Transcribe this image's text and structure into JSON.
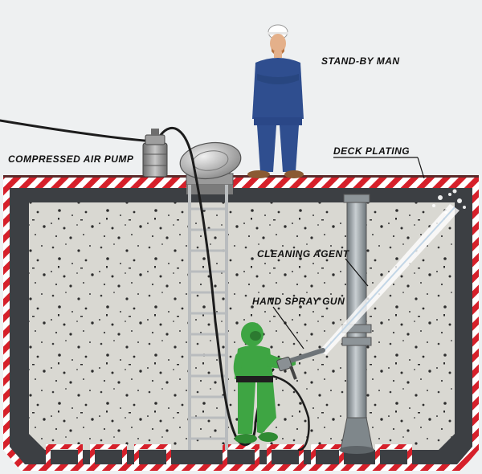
{
  "diagram": {
    "labels": {
      "standby_man": "STAND-BY MAN",
      "compressed_air_pump": "COMPRESSED AIR PUMP",
      "deck_plating": "DECK PLATING",
      "cleaning_agent": "CLEANING AGENT",
      "hand_spray_gun": "HAND SPRAY GUN"
    }
  },
  "colors": {
    "hazard_red": "#d6202a",
    "hazard_white": "#ffffff",
    "tank_wall": "#3c3f43",
    "tank_interior": "#d9d8d2",
    "coverall_blue": "#2f4e8f",
    "suit_green": "#3ea543",
    "pipe_grey": "#9aa1a6"
  },
  "icons": [
    "worker-standby-icon",
    "worker-protective-suit-icon",
    "air-pump-icon",
    "ladder-icon",
    "spray-gun-icon"
  ]
}
